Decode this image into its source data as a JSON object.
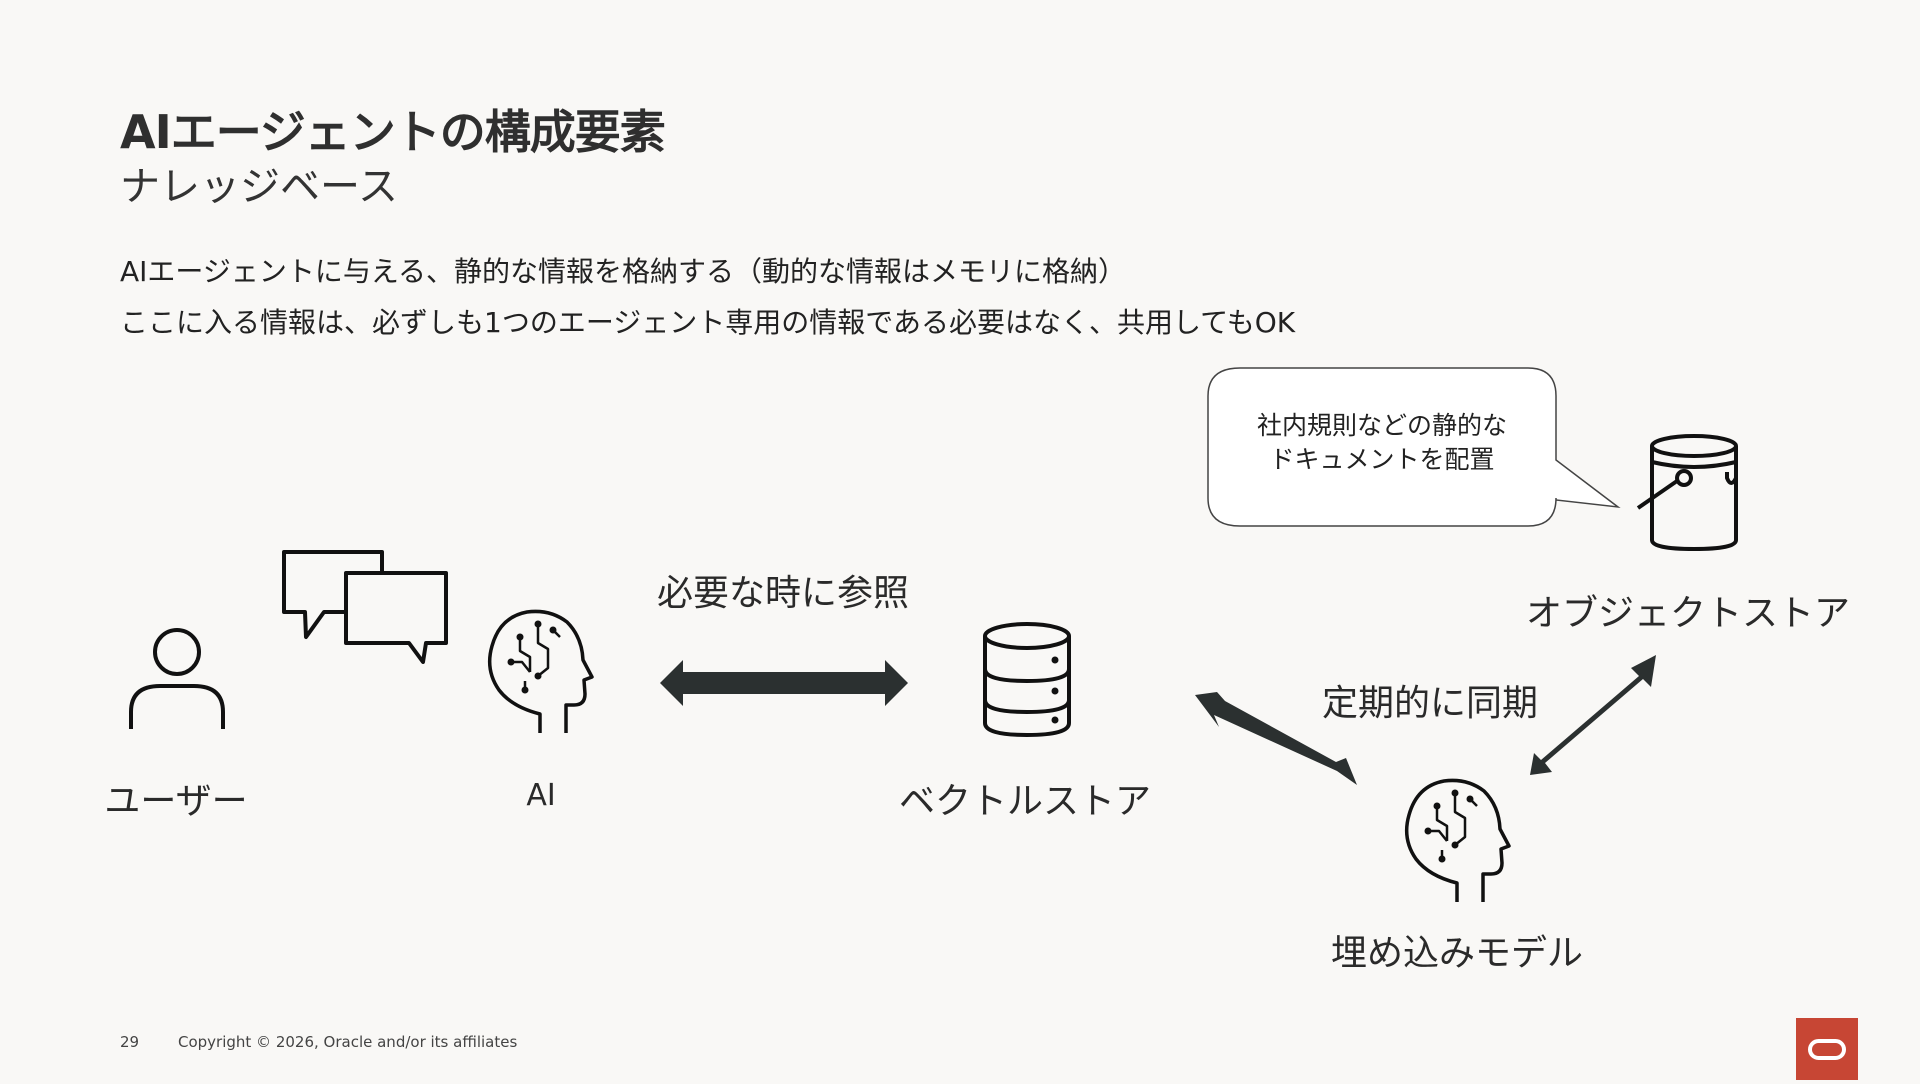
{
  "title": "AIエージェントの構成要素",
  "subtitle": "ナレッジベース",
  "body": {
    "line1": "AIエージェントに与える、静的な情報を格納する（動的な情報はメモリに格納）",
    "line2": "ここに入る情報は、必ずしも1つのエージェント専用の情報である必要はなく、共用してもOK"
  },
  "diagram": {
    "user_label": "ユーザー",
    "ai_label": "AI",
    "vector_store_label": "ベクトルストア",
    "object_store_label": "オブジェクトストア",
    "embedding_model_label": "埋め込みモデル",
    "reference_label": "必要な時に参照",
    "sync_label": "定期的に同期",
    "callout_line1": "社内規則などの静的な",
    "callout_line2": "ドキュメントを配置"
  },
  "footer": {
    "page_number": "29",
    "copyright": "Copyright © 2026, Oracle and/or its affiliates"
  },
  "colors": {
    "background": "#f9f8f6",
    "arrow": "#2b3030",
    "oracle_red": "#c74634"
  }
}
